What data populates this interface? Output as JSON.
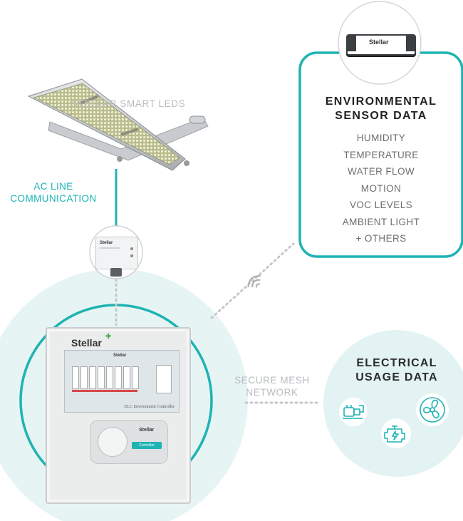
{
  "leds": {
    "label": "STELLAR SMART LEDS"
  },
  "ac_line": {
    "line1": "AC LINE",
    "line2": "COMMUNICATION"
  },
  "sensor_panel": {
    "title_line1": "ENVIRONMENTAL",
    "title_line2": "SENSOR DATA",
    "items": [
      "HUMIDITY",
      "TEMPERATURE",
      "WATER FLOW",
      "MOTION",
      "VOC LEVELS",
      "AMBIENT LIGHT",
      "+ OTHERS"
    ],
    "device_brand": "Stellar"
  },
  "mesh": {
    "line1": "SECURE MESH",
    "line2": "NETWORK"
  },
  "electrical": {
    "title_line1": "ELECTRICAL",
    "title_line2": "USAGE DATA"
  },
  "controller": {
    "brand": "Stellar",
    "screen_brand": "Stellar",
    "screen_caption": "ELC Environment Controller",
    "knob_brand": "Stellar",
    "knob_label": "Controller"
  },
  "junction_box": {
    "brand": "Stellar"
  },
  "colors": {
    "teal": "#1fb3b3",
    "light_teal": "#e3f3f3",
    "gray_text": "#b9bcc0",
    "dotted": "#c5c7c9"
  }
}
